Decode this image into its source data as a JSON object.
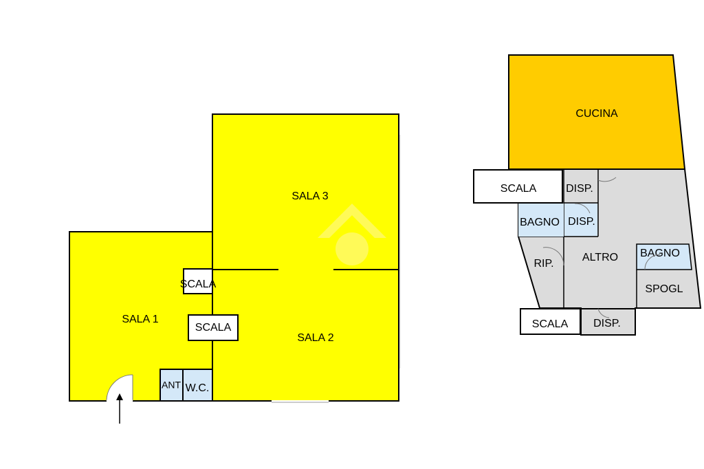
{
  "colors": {
    "wall": "#000000",
    "room_yellow": "#ffff00",
    "kitchen_orange": "#ffcc00",
    "service_gray": "#dcdcdc",
    "bathroom_blue": "#d4e8f8",
    "stair_white": "#ffffff"
  },
  "ground_floor": {
    "sala_1": "SALA 1",
    "sala_2": "SALA 2",
    "sala_3": "SALA 3",
    "scala_upper": "SCALA",
    "scala_lower": "SCALA",
    "ant": "ANT",
    "wc": "W.C."
  },
  "upper_floor": {
    "cucina": "CUCINA",
    "scala_top": "SCALA",
    "disp_top": "DISP.",
    "bagno_left": "BAGNO",
    "disp_mid": "DISP.",
    "altro": "ALTRO",
    "rip": "RIP.",
    "bagno_right": "BAGNO",
    "spogl": "SPOGL",
    "scala_bottom": "SCALA",
    "disp_bottom": "DISP."
  },
  "icons": {
    "entrance": "arrow-up-icon",
    "watermark": "house-logo-icon"
  }
}
